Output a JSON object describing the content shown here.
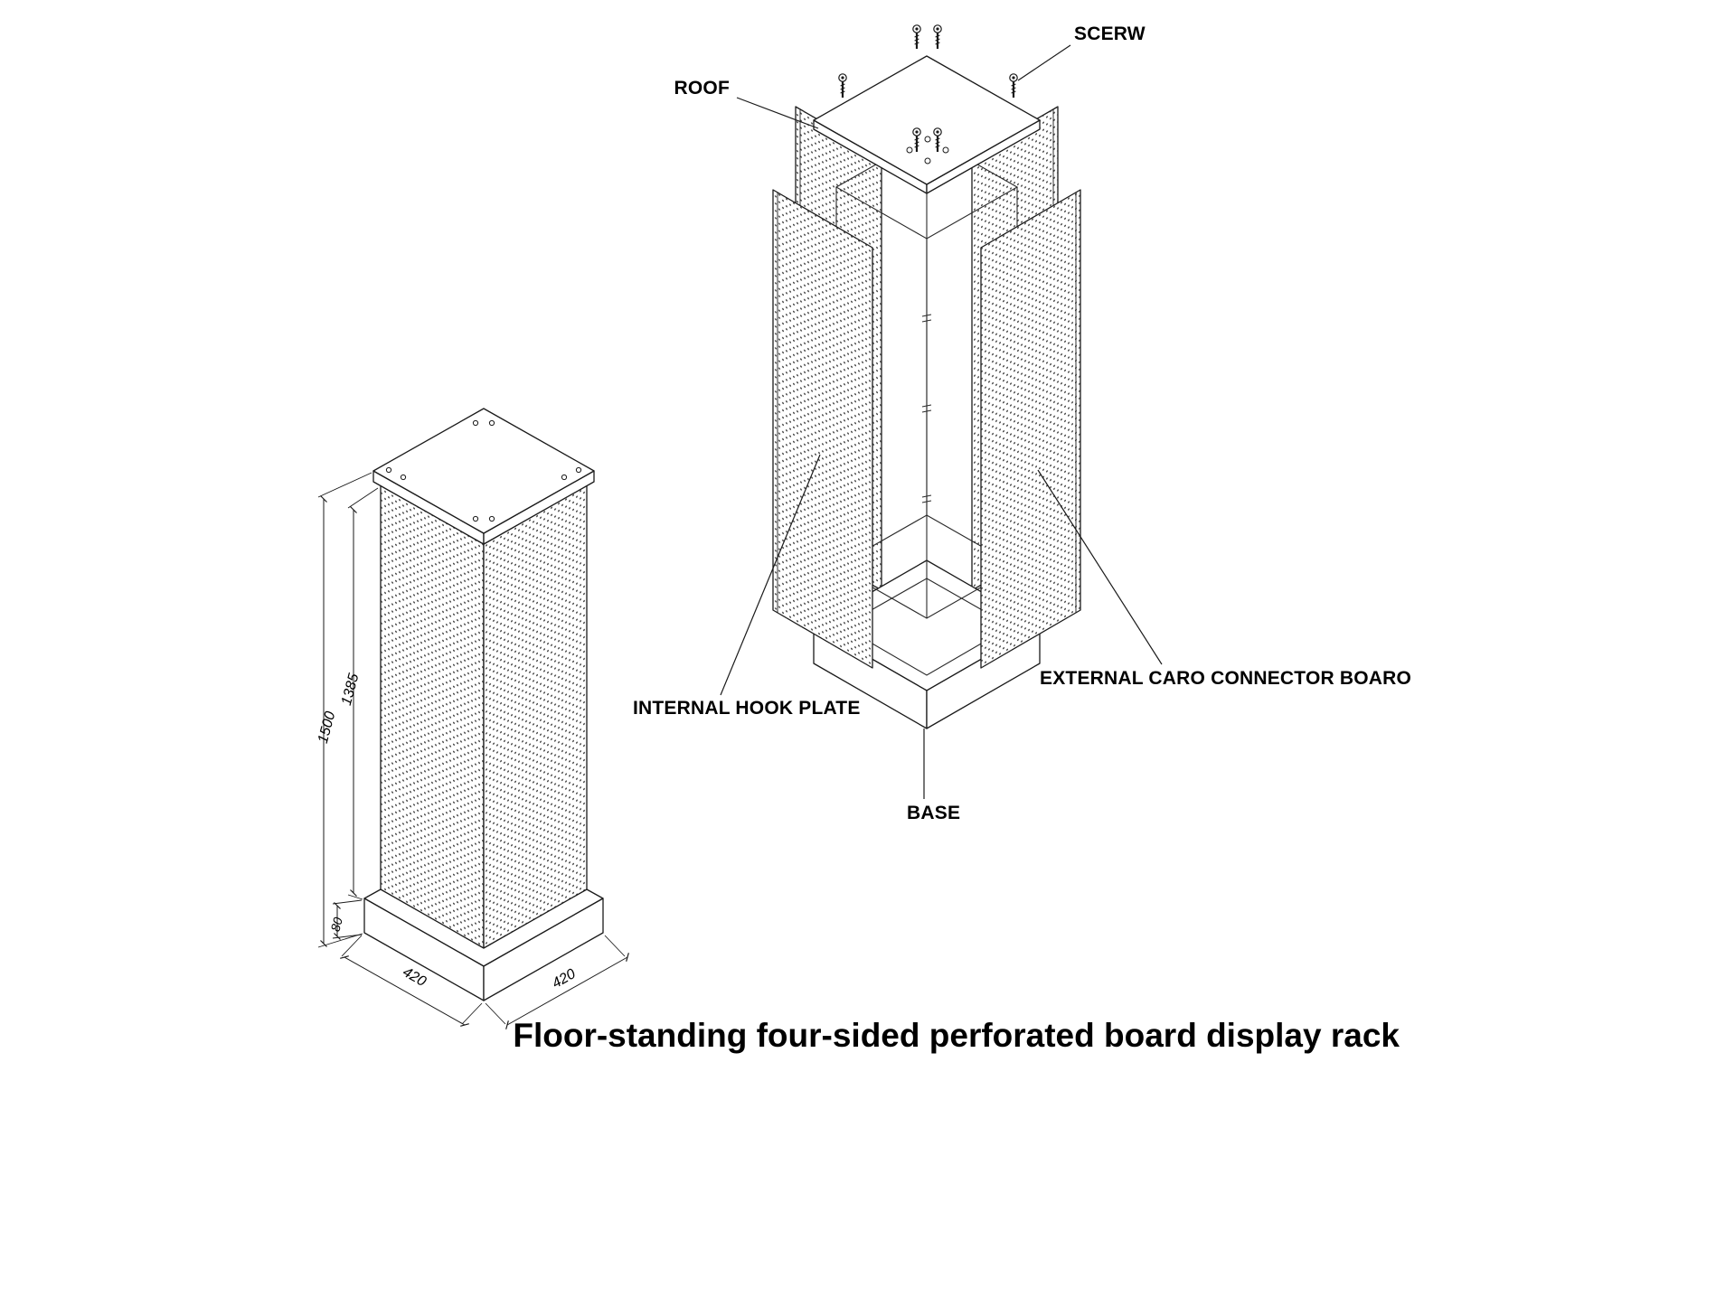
{
  "title": "Floor-standing four-sided perforated board display rack",
  "part_labels": {
    "screw": "SCERW",
    "roof": "ROOF",
    "internal_hook_plate": "INTERNAL HOOK PLATE",
    "external_card_connector_board": "EXTERNAL CARO CONNECTOR BOARO",
    "base": "BASE"
  },
  "dimensions": {
    "overall_height": "1500",
    "panel_height": "1385",
    "base_height": "80",
    "base_width": "420",
    "base_depth": "420"
  },
  "colors": {
    "line": "#1a1a1a",
    "background": "#ffffff",
    "text": "#000000"
  }
}
